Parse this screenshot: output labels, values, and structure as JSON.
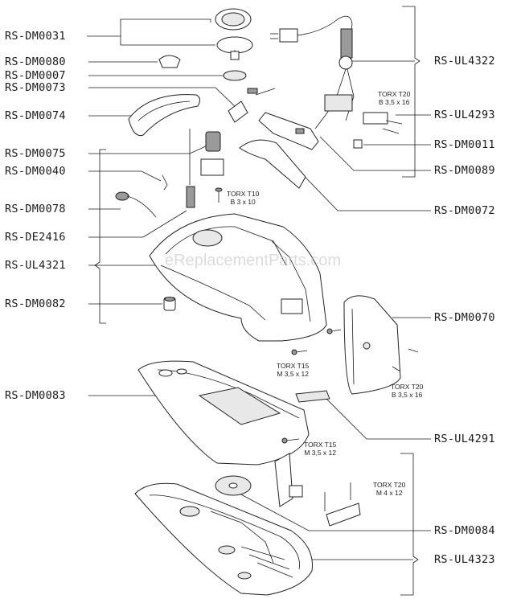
{
  "labels_left": [
    {
      "code": "RS-DM0031"
    },
    {
      "code": "RS-DM0080"
    },
    {
      "code": "RS-DM0007"
    },
    {
      "code": "RS-DM0073"
    },
    {
      "code": "RS-DM0074"
    },
    {
      "code": "RS-DM0075"
    },
    {
      "code": "RS-DM0040"
    },
    {
      "code": "RS-DM0078"
    },
    {
      "code": "RS-DE2416"
    },
    {
      "code": "RS-UL4321"
    },
    {
      "code": "RS-DM0082"
    },
    {
      "code": "RS-DM0083"
    }
  ],
  "labels_right": [
    {
      "code": "RS-UL4322"
    },
    {
      "code": "RS-UL4293"
    },
    {
      "code": "RS-DM0011"
    },
    {
      "code": "RS-DM0089"
    },
    {
      "code": "RS-DM0072"
    },
    {
      "code": "RS-DM0070"
    },
    {
      "code": "RS-UL4291"
    },
    {
      "code": "RS-DM0084"
    },
    {
      "code": "RS-UL4323"
    }
  ],
  "screw_specs": [
    {
      "line1": "TORX T20",
      "line2": "B 3,5 x 16"
    },
    {
      "line1": "TORX T10",
      "line2": "B 3 x 10"
    },
    {
      "line1": "TORX T15",
      "line2": "M 3,5 x 12"
    },
    {
      "line1": "TORX T20",
      "line2": "B 3,5 x 16"
    },
    {
      "line1": "TORX T15",
      "line2": "M 3,5 x 12"
    },
    {
      "line1": "TORX T20",
      "line2": "M 4 x 12"
    }
  ],
  "watermark": "eReplacementParts.com"
}
